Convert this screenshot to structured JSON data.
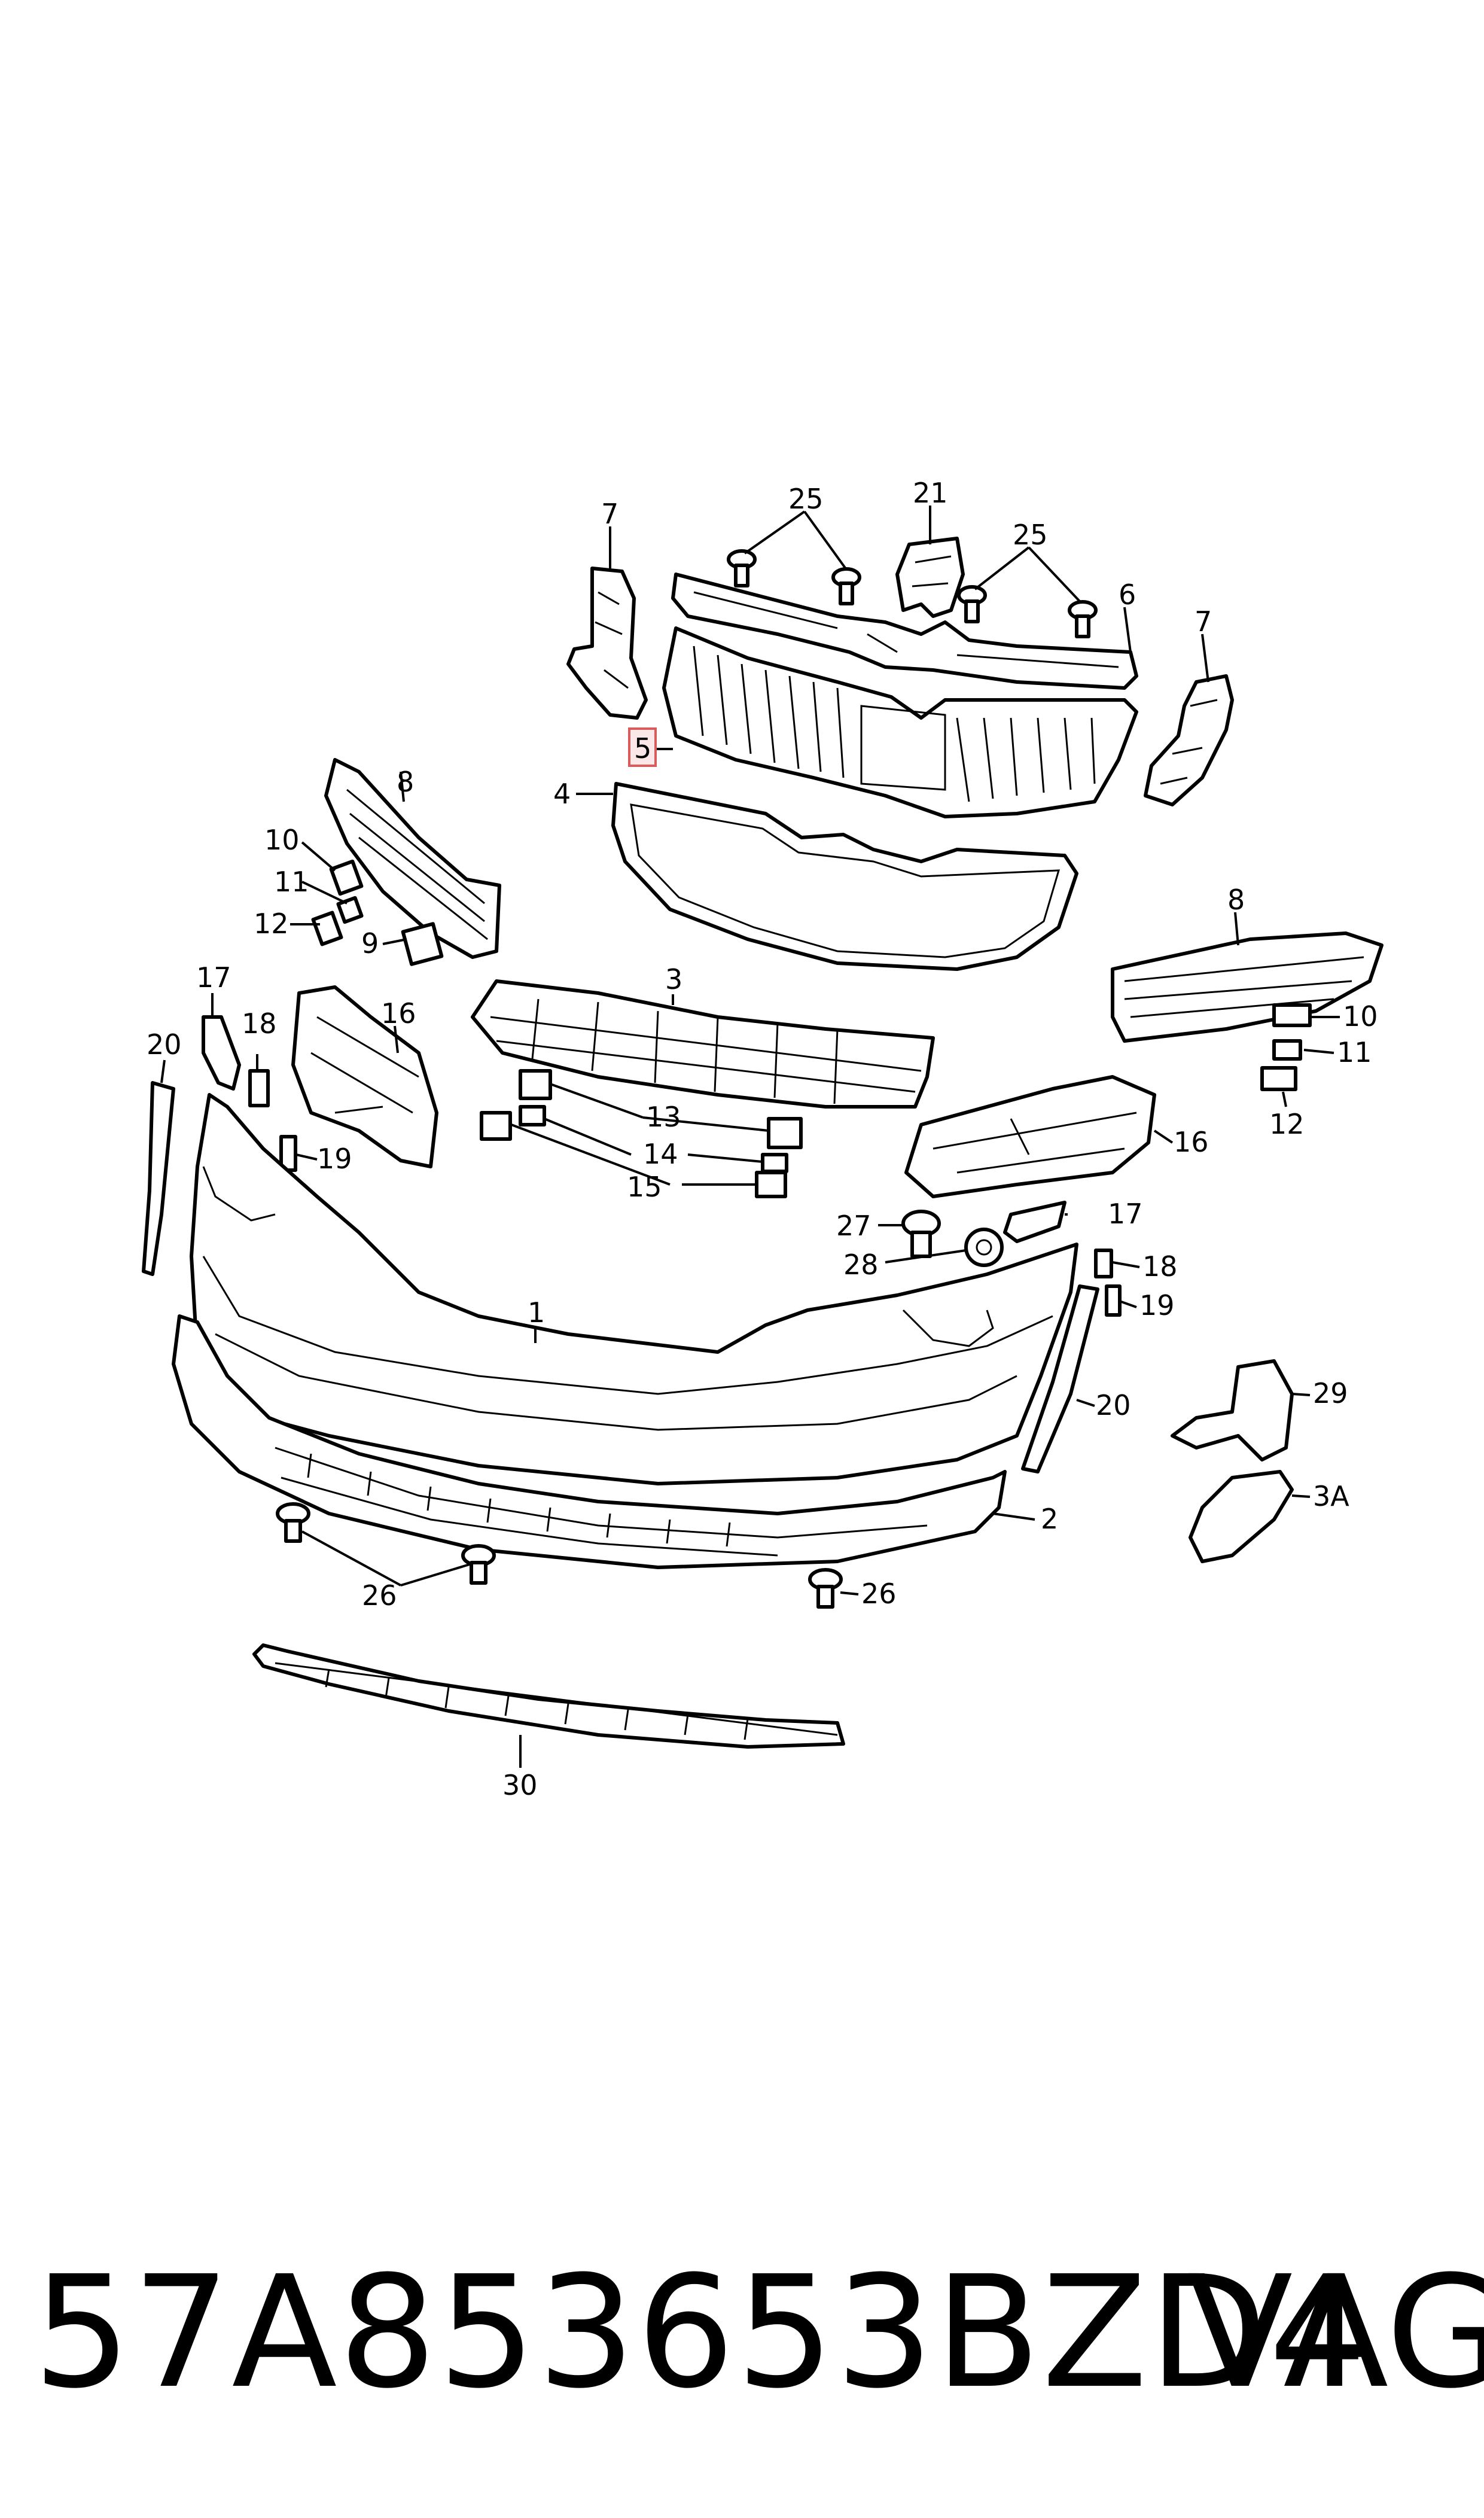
{
  "diagram": {
    "callouts": {
      "c1": "1",
      "c2": "2",
      "c3": "3",
      "c3a": "3A",
      "c4": "4",
      "c5": "5",
      "c6": "6",
      "c7a": "7",
      "c7b": "7",
      "c8a": "8",
      "c8b": "8",
      "c9": "9",
      "c10a": "10",
      "c10b": "10",
      "c11a": "11",
      "c11b": "11",
      "c12a": "12",
      "c12b": "12",
      "c13": "13",
      "c14": "14",
      "c15": "15",
      "c16a": "16",
      "c16b": "16",
      "c17a": "17",
      "c17b": "17",
      "c18a": "18",
      "c18b": "18",
      "c19a": "19",
      "c19b": "19",
      "c20a": "20",
      "c20b": "20",
      "c21": "21",
      "c25a": "25",
      "c25b": "25",
      "c26a": "26",
      "c26b": "26",
      "c27": "27",
      "c28": "28",
      "c29": "29",
      "c30": "30"
    },
    "highlighted_part": "5",
    "highlight_color": "#d95c5c"
  },
  "footer": {
    "part_number": "57A853653BZD4",
    "brand": "VAG"
  }
}
